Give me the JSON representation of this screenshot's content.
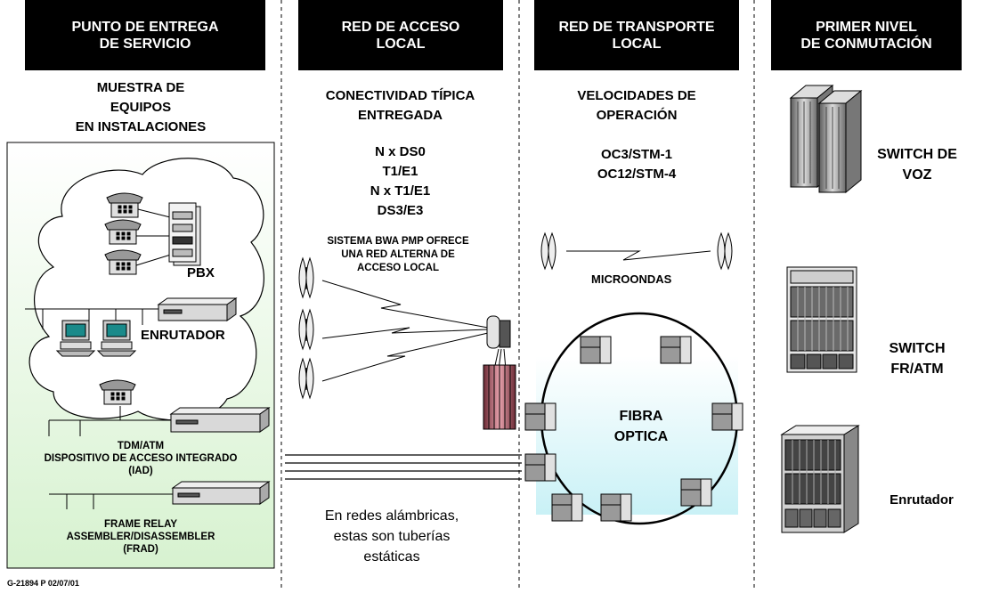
{
  "headers": [
    "PUNTO DE ENTREGA\nDE SERVICIO",
    "RED DE ACCESO\nLOCAL",
    "RED DE TRANSPORTE\nLOCAL",
    "PRIMER NIVEL\nDE CONMUTACIÓN"
  ],
  "col1": {
    "title": "MUESTRA DE\nEQUIPOS\nEN INSTALACIONES",
    "pbx": "PBX",
    "router": "ENRUTADOR",
    "iad": "TDM/ATM\nDISPOSITIVO DE ACCESO INTEGRADO\n(IAD)",
    "frad": "FRAME RELAY\nASSEMBLER/DISASSEMBLER\n(FRAD)"
  },
  "col2": {
    "title": "CONECTIVIDAD TÍPICA\nENTREGADA",
    "rates": "N x DS0\nT1/E1\nN x T1/E1\nDS3/E3",
    "bwa": "SISTEMA BWA PMP OFRECE\nUNA RED ALTERNA DE\nACCESO LOCAL",
    "wired": "En redes alámbricas,\nestas son tuberías\nestáticas"
  },
  "col3": {
    "title": "VELOCIDADES DE\nOPERACIÓN",
    "rates": "OC3/STM-1\nOC12/STM-4",
    "microwave": "MICROONDAS",
    "fiber": "FIBRA\nOPTICA"
  },
  "col4": {
    "voice_switch": "SWITCH DE\nVOZ",
    "fr_switch": "SWITCH\nFR/ATM",
    "router": "Enrutador"
  },
  "footer_code": "G-21894 P 02/07/01"
}
